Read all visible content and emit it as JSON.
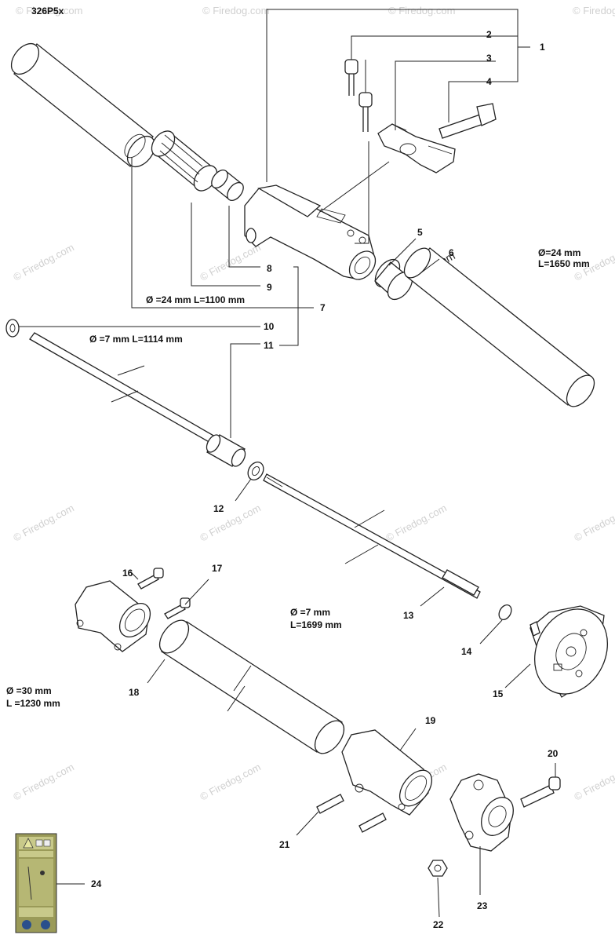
{
  "model_label": "326P5x",
  "watermark": "© Firedog.com",
  "specs": {
    "tube_upper": "Ø=24 mm",
    "tube_upper_len": "L=1650 mm",
    "tube_inner": "Ø =24 mm L=1100 mm",
    "shaft_upper": "Ø =7 mm L=1114 mm",
    "shaft_lower": "Ø =7 mm",
    "shaft_lower_len": "L=1699 mm",
    "tube_lower": "Ø =30 mm",
    "tube_lower_len": "L  =1230 mm"
  },
  "callouts": [
    "1",
    "2",
    "3",
    "4",
    "5",
    "6",
    "7",
    "8",
    "9",
    "10",
    "11",
    "12",
    "13",
    "14",
    "15",
    "16",
    "17",
    "18",
    "19",
    "20",
    "21",
    "22",
    "23",
    "24"
  ],
  "icons": [
    "warning-sticker-icon"
  ]
}
